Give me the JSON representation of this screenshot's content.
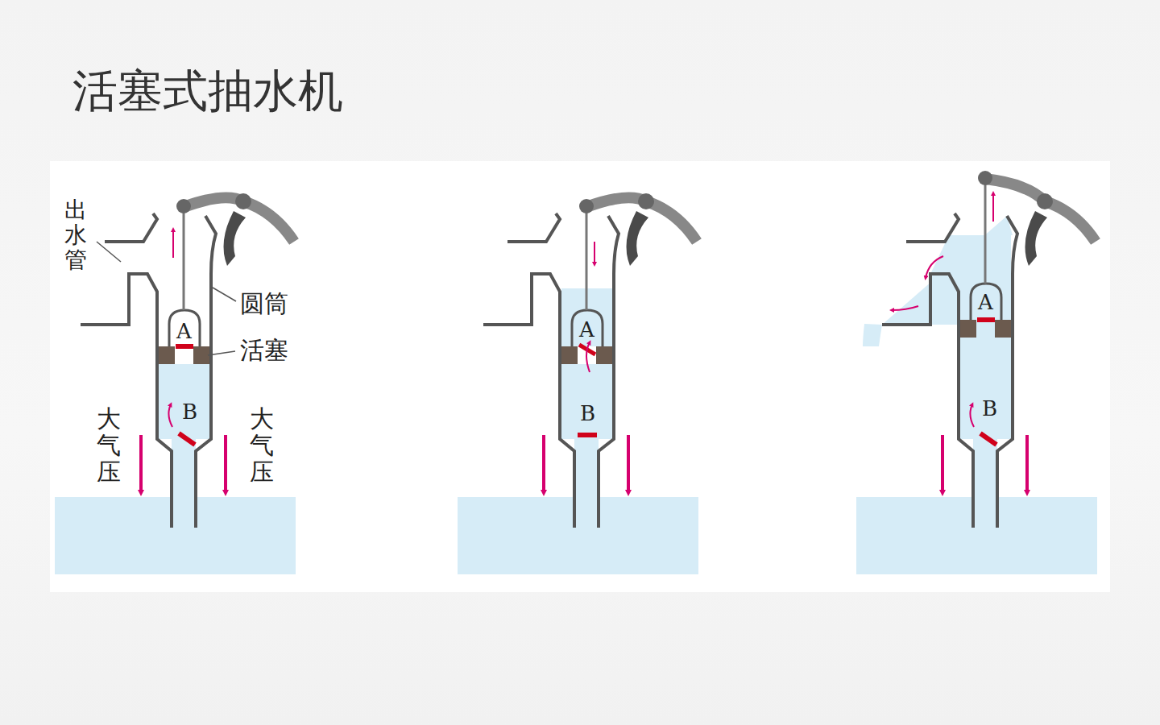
{
  "diagram": {
    "title": "活塞式抽水机",
    "labels": [
      "出水管",
      "圆筒",
      "活塞",
      "A",
      "B",
      "大气压",
      "大气压",
      "A",
      "B",
      "A",
      "B"
    ]
  }
}
